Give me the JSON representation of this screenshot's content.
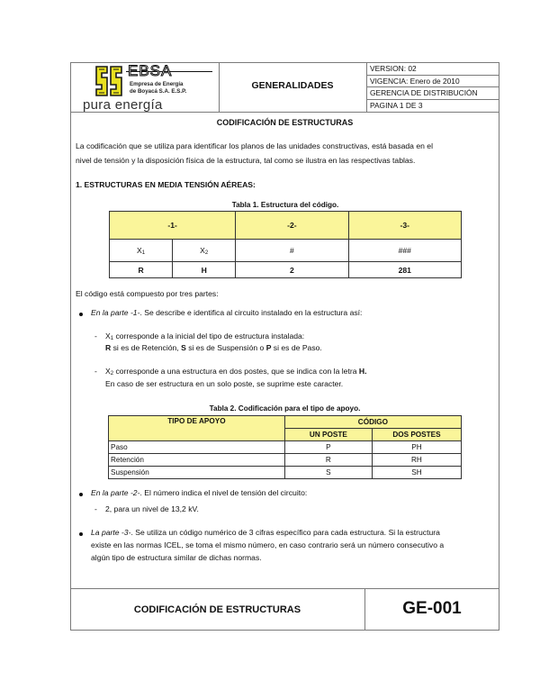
{
  "header": {
    "logo": {
      "brand": "EBSA",
      "company_line1": "Empresa de Energía",
      "company_line2": "de Boyacá S.A. E.S.P.",
      "tagline": "pura energía",
      "brand_colors": {
        "yellow": "#E8E020",
        "outline": "#1A1A1A"
      }
    },
    "section_title": "GENERALIDADES",
    "meta": {
      "version": "VERSION: 02",
      "vigencia": "VIGENCIA: Enero de 2010",
      "gerencia": "GERENCIA DE DISTRIBUCIÓN",
      "pagina": "PAGINA 1 DE 3"
    }
  },
  "body": {
    "title": "CODIFICACIÓN DE ESTRUCTURAS",
    "intro_line1": "La codificación que se utiliza para identificar los planos de las unidades constructivas, está basada en el",
    "intro_line2": "nivel de tensión y la disposición física de la estructura, tal como se ilustra en las respectivas tablas.",
    "section1_heading": "1.  ESTRUCTURAS EN MEDIA TENSIÓN AÉREAS:",
    "table1": {
      "caption": "Tabla 1. Estructura del código.",
      "headers": [
        "-1-",
        "-2-",
        "-3-"
      ],
      "row_symbols": [
        "X",
        "X",
        "#",
        "###"
      ],
      "row_symbol_subs": [
        "1",
        "2"
      ],
      "row_example": [
        "R",
        "H",
        "2",
        "281"
      ],
      "header_bg": "#FAF59A"
    },
    "composed_text": "El código está compuesto por tres partes:",
    "part1": {
      "lead": "En la parte -1-",
      "text": ". Se describe e identifica al circuito instalado en la estructura así:",
      "x1_line1_var": "X",
      "x1_line1_sub": "1",
      "x1_line1_text": " corresponde a la inicial del tipo de estructura instalada:",
      "x1_line2": {
        "r": "R",
        "r_text": " si es de Retención, ",
        "s": "S",
        "s_text": " si es de Suspensión o ",
        "p": "P",
        "p_text": " si es de Paso."
      },
      "x2_line1_var": "X",
      "x2_line1_sub": "2",
      "x2_line1_text": " corresponde a una estructura en dos postes, que se indica con la letra ",
      "x2_letter": "H.",
      "x2_line2": "En caso de ser estructura en un solo poste, se suprime este caracter."
    },
    "table2": {
      "caption": "Tabla 2. Codificación para el tipo de apoyo.",
      "header_tipo": "TIPO DE APOYO",
      "header_codigo": "CÓDIGO",
      "header_un_poste": "UN POSTE",
      "header_dos_postes": "DOS POSTES",
      "rows": [
        {
          "tipo": "Paso",
          "un": "P",
          "dos": "PH"
        },
        {
          "tipo": "Retención",
          "un": "R",
          "dos": "RH"
        },
        {
          "tipo": "Suspensión",
          "un": "S",
          "dos": "SH"
        }
      ]
    },
    "part2": {
      "lead": "En la parte -2-",
      "text": ". El número indica el nivel de tensión del circuito:",
      "sub_item": "2, para un nivel de 13,2 kV."
    },
    "part3": {
      "lead": "La parte -3-",
      "line1": ". Se utiliza un código numérico de 3 cifras específico para cada estructura. Si la estructura",
      "line2": "existe en las normas ICEL, se toma el mismo número, en caso contrario será un número consecutivo a",
      "line3": "algún tipo de estructura similar de dichas normas."
    }
  },
  "footer": {
    "title": "CODIFICACIÓN DE ESTRUCTURAS",
    "code": "GE-001"
  }
}
